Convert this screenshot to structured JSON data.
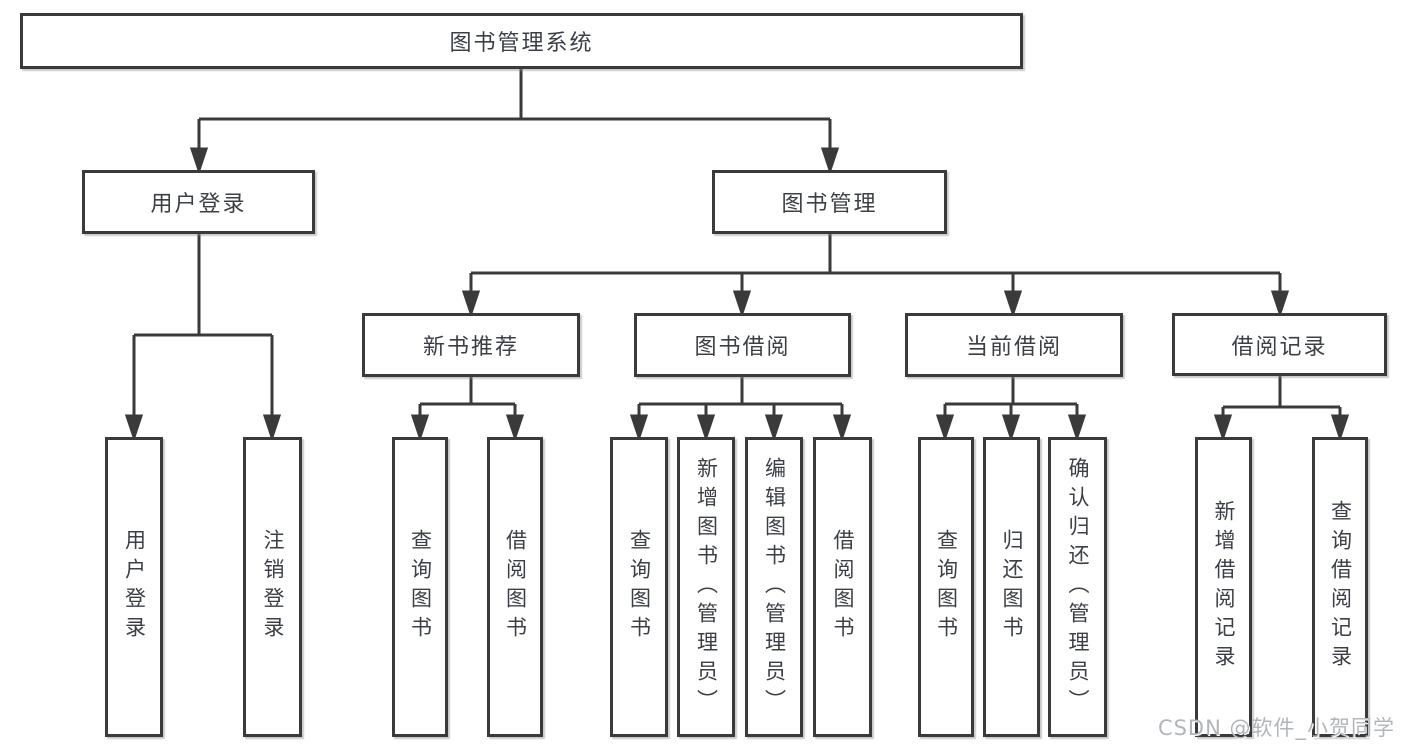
{
  "tree": {
    "label": "图书管理系统",
    "children": [
      {
        "label": "用户登录",
        "children": [
          {
            "label": "用户登录"
          },
          {
            "label": "注销登录"
          }
        ]
      },
      {
        "label": "图书管理",
        "children": [
          {
            "label": "新书推荐",
            "children": [
              {
                "label": "查询图书"
              },
              {
                "label": "借阅图书"
              }
            ]
          },
          {
            "label": "图书借阅",
            "children": [
              {
                "label": "查询图书"
              },
              {
                "label": "新增图书（管理员）"
              },
              {
                "label": "编辑图书（管理员）"
              },
              {
                "label": "借阅图书"
              }
            ]
          },
          {
            "label": "当前借阅",
            "children": [
              {
                "label": "查询图书"
              },
              {
                "label": "归还图书"
              },
              {
                "label": "确认归还（管理员）"
              }
            ]
          },
          {
            "label": "借阅记录",
            "children": [
              {
                "label": "新增借阅记录"
              },
              {
                "label": "查询借阅记录"
              }
            ]
          }
        ]
      }
    ]
  },
  "watermark": {
    "text": "CSDN @软件_小贺同学"
  },
  "colors": {
    "line": "#3a3a3a",
    "box_border": "#3a3a3a",
    "text": "#3c4046",
    "watermark": "#b2b5b9",
    "background": "#ffffff"
  }
}
